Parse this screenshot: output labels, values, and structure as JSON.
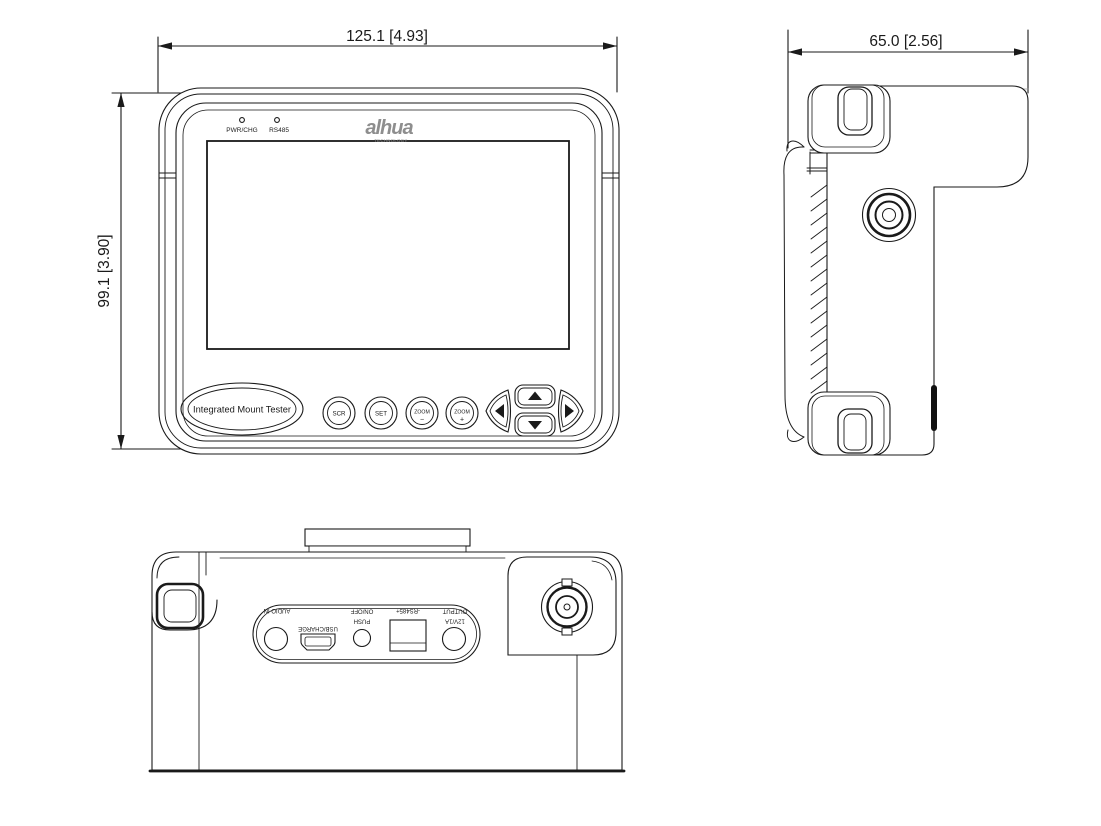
{
  "front_view": {
    "width_dim": "125.1 [4.93]",
    "height_dim": "99.1 [3.90]",
    "leds": {
      "pwr_chg": "PWR/CHG",
      "rs485": "RS485"
    },
    "logo": {
      "text": "alhua",
      "tagline": "TECHNOLOGY"
    },
    "device_label": "Integrated Mount Tester",
    "buttons": {
      "scr": "SCR",
      "set": "SET",
      "zoom_out": "ZOOM",
      "zoom_out_sign": "−",
      "zoom_in": "ZOOM",
      "zoom_in_sign": "+"
    }
  },
  "side_view": {
    "depth_dim": "65.0 [2.56]"
  },
  "bottom_view": {
    "audio_label": "AUDIO IN",
    "usb_label": "USB/CHARGE",
    "push_label_line1": "PUSH",
    "push_label_line2": "ON/OFF",
    "rs485_label": "-RS485+",
    "power_label_line1": "12V/1A",
    "power_label_line2": "OUTPUT"
  },
  "colors": {
    "line": "#1a1a1a",
    "logo_gray": "#8e8e8e",
    "background": "#ffffff"
  }
}
